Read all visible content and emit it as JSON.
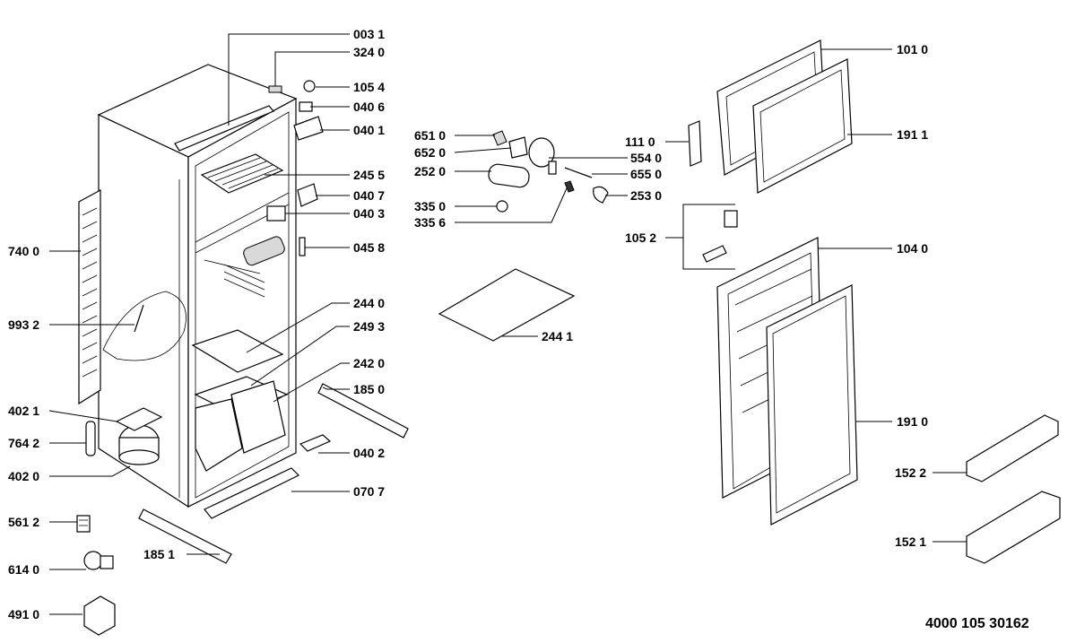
{
  "document_number": "4000 105 30162",
  "labels": {
    "l_0031": "003 1",
    "l_3240": "324 0",
    "l_1054": "105 4",
    "l_0406": "040 6",
    "l_0401": "040 1",
    "l_2455": "245 5",
    "l_0407": "040 7",
    "l_0403": "040 3",
    "l_0458": "045 8",
    "l_2440": "244 0",
    "l_2493": "249 3",
    "l_2420": "242 0",
    "l_1850": "185 0",
    "l_0402": "040 2",
    "l_0707": "070 7",
    "l_1851": "185 1",
    "l_7400": "740 0",
    "l_9932": "993 2",
    "l_4021": "402 1",
    "l_7642": "764 2",
    "l_4020": "402 0",
    "l_5612": "561 2",
    "l_6140": "614 0",
    "l_4910": "491 0",
    "l_6510": "651 0",
    "l_6520": "652 0",
    "l_2520": "252 0",
    "l_3350": "335 0",
    "l_3356": "335 6",
    "l_5540": "554 0",
    "l_6550": "655 0",
    "l_2530": "253 0",
    "l_2441": "244 1",
    "l_1110": "111 0",
    "l_1052": "105 2",
    "l_1010": "101 0",
    "l_1911": "191 1",
    "l_1040": "104 0",
    "l_1910": "191 0",
    "l_1522": "152 2",
    "l_1521": "152 1"
  }
}
